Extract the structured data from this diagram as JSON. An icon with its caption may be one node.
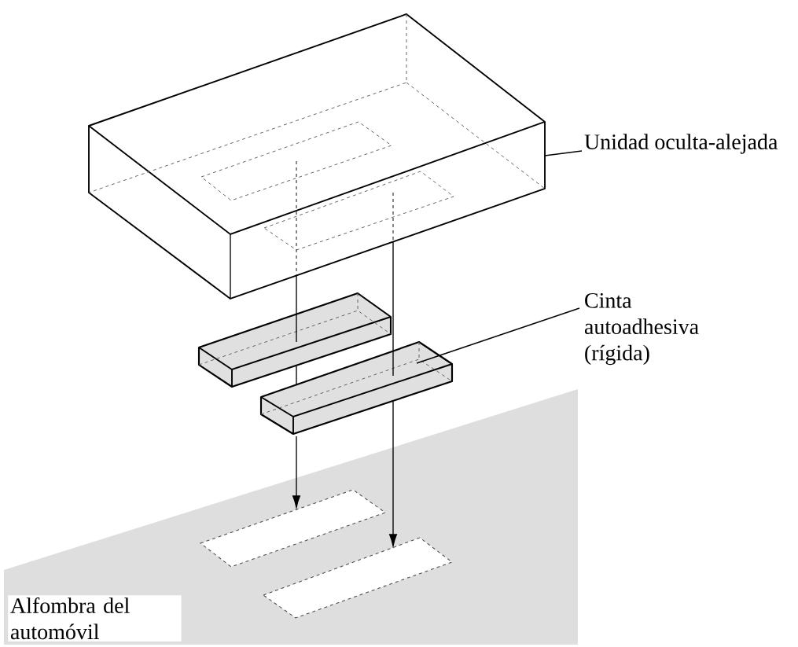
{
  "diagram": {
    "nodes": [
      {
        "text": [
          "Unidad oculta-alejada"
        ]
      },
      {
        "text": [],
        "shape": "box"
      },
      {
        "text": [
          "Cinta autoadhesiva (rígida)"
        ]
      },
      {
        "text": [],
        "shape": "bar"
      },
      {
        "text": [],
        "shape": "bar"
      },
      {
        "text": [
          "Alfombra del automóvil"
        ]
      },
      {
        "text": [],
        "shape": "box",
        "in": 5
      },
      {
        "text": [],
        "shape": "box",
        "in": 5
      }
    ],
    "edges": [
      {
        "from": 0,
        "to": 1,
        "arrow": "none"
      },
      {
        "from": 2,
        "to": 4,
        "arrow": "none"
      },
      {
        "from": 1,
        "to": 3,
        "arrow": "none"
      },
      {
        "from": 3,
        "to": 4,
        "arrow": "none"
      },
      {
        "from": 4,
        "to": 6,
        "arrow": "to"
      },
      {
        "from": 1,
        "to": 4,
        "arrow": "none"
      },
      {
        "from": 4,
        "to": 7,
        "arrow": "to"
      }
    ]
  }
}
